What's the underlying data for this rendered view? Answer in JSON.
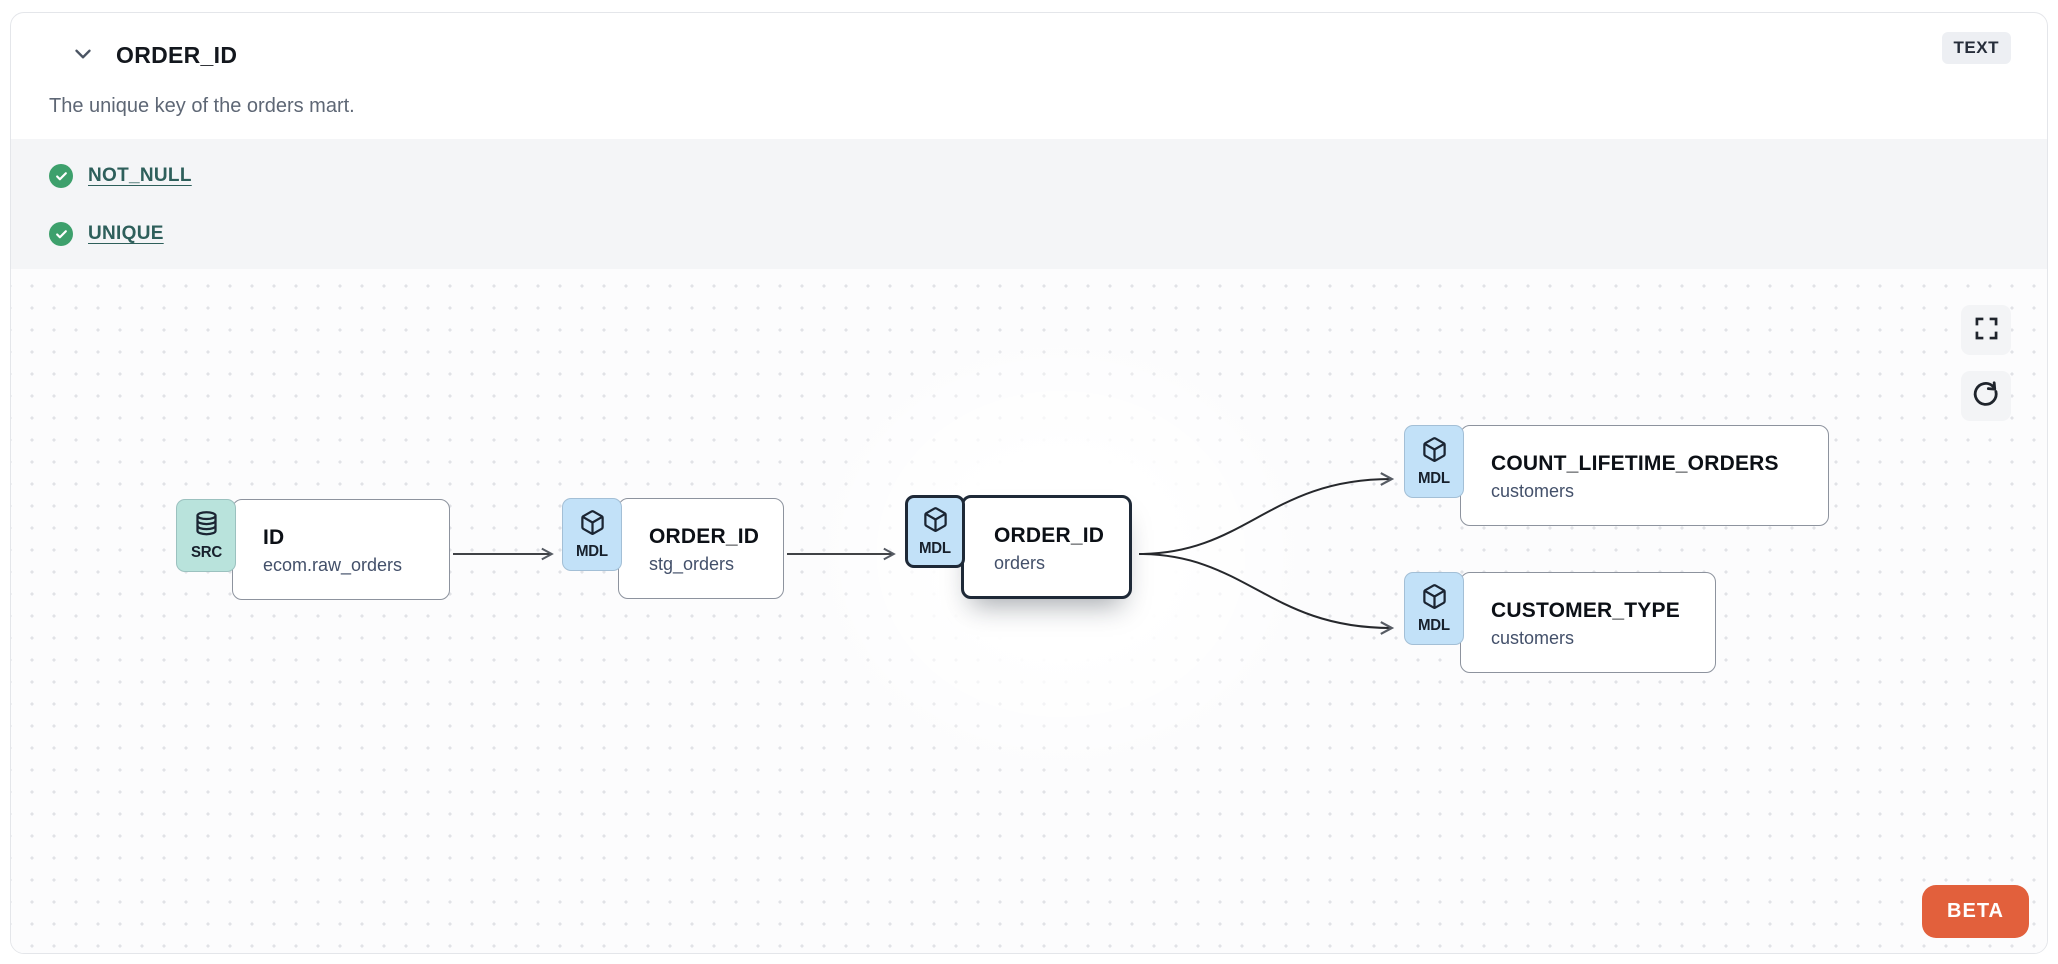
{
  "header": {
    "title": "ORDER_ID",
    "type_badge": "TEXT",
    "description": "The unique key of the orders mart."
  },
  "tests": {
    "items": [
      {
        "label": "NOT_NULL",
        "status": "pass"
      },
      {
        "label": "UNIQUE",
        "status": "pass"
      }
    ]
  },
  "lineage": {
    "nodes": [
      {
        "kind": "SRC",
        "icon": "database-icon",
        "name": "ID",
        "subtitle": "ecom.raw_orders",
        "selected": false
      },
      {
        "kind": "MDL",
        "icon": "cube-icon",
        "name": "ORDER_ID",
        "subtitle": "stg_orders",
        "selected": false
      },
      {
        "kind": "MDL",
        "icon": "cube-icon",
        "name": "ORDER_ID",
        "subtitle": "orders",
        "selected": true
      },
      {
        "kind": "MDL",
        "icon": "cube-icon",
        "name": "COUNT_LIFETIME_ORDERS",
        "subtitle": "customers",
        "selected": false
      },
      {
        "kind": "MDL",
        "icon": "cube-icon",
        "name": "CUSTOMER_TYPE",
        "subtitle": "customers",
        "selected": false
      }
    ],
    "edges": [
      {
        "from": "ID (ecom.raw_orders)",
        "to": "ORDER_ID (stg_orders)"
      },
      {
        "from": "ORDER_ID (stg_orders)",
        "to": "ORDER_ID (orders)"
      },
      {
        "from": "ORDER_ID (orders)",
        "to": "COUNT_LIFETIME_ORDERS (customers)"
      },
      {
        "from": "ORDER_ID (orders)",
        "to": "CUSTOMER_TYPE (customers)"
      }
    ]
  },
  "beta_badge": "BETA",
  "colors": {
    "src_badge_bg": "#b9e3dc",
    "mdl_badge_bg": "#c2e1f8",
    "selected_border": "#1e2937",
    "check_green": "#3da06c",
    "test_link_teal": "#2e5f5b",
    "beta_orange": "#e2603c",
    "type_badge_bg": "#edeff3"
  }
}
